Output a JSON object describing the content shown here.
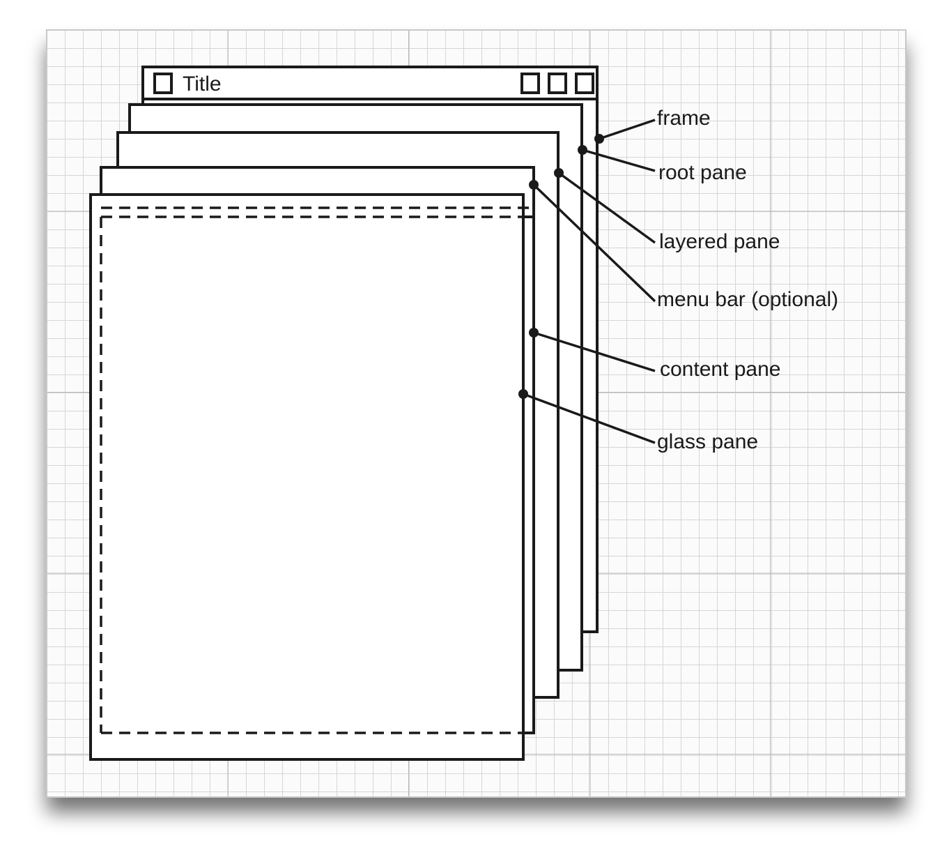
{
  "window": {
    "title": "Title",
    "title_buttons": [
      "window-control-icon",
      "window-control-icon",
      "window-control-icon"
    ],
    "menu_icon": "window-menu-icon"
  },
  "labels": {
    "frame": "frame",
    "root_pane": "root pane",
    "layered_pane": "layered pane",
    "menu_bar": "menu bar (optional)",
    "content_pane": "content pane",
    "glass_pane": "glass pane"
  },
  "colors": {
    "ink": "#1a1a1a",
    "grid_minor": "#d6d6d6",
    "grid_major": "#b8b8b8",
    "paper": "#ffffff",
    "grid_bg": "#fbfbfb"
  }
}
